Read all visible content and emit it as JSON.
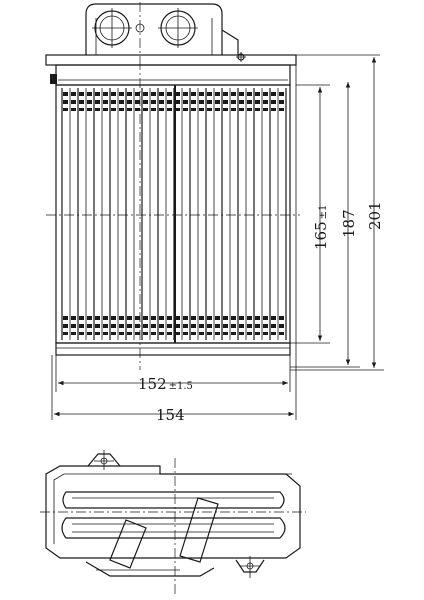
{
  "dimensions": {
    "width_inner": {
      "value": "152",
      "tolerance": "±1.5"
    },
    "width_outer": {
      "value": "154"
    },
    "core_height": {
      "value": "165",
      "tolerance": "±1"
    },
    "height_mid": {
      "value": "187"
    },
    "height_total": {
      "value": "201"
    }
  },
  "colors": {
    "line": "#1a1a1a",
    "background": "#ffffff"
  }
}
